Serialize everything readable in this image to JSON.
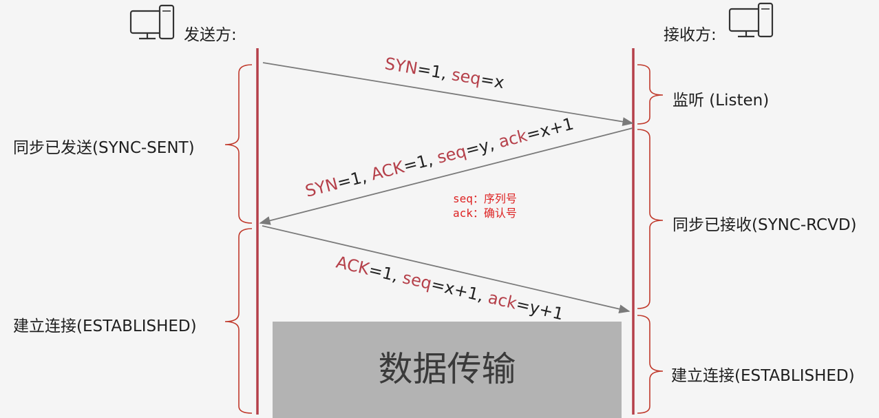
{
  "sender": {
    "label": "发送方:"
  },
  "receiver": {
    "label": "接收方:"
  },
  "messages": [
    {
      "parts": [
        {
          "t": "SYN",
          "c": "red"
        },
        {
          "t": "=1, ",
          "c": "black"
        },
        {
          "t": "seq",
          "c": "red"
        },
        {
          "t": "=x",
          "c": "black"
        }
      ]
    },
    {
      "parts": [
        {
          "t": "SYN",
          "c": "red"
        },
        {
          "t": "=1, ",
          "c": "black"
        },
        {
          "t": "ACK",
          "c": "red"
        },
        {
          "t": "=1, ",
          "c": "black"
        },
        {
          "t": "seq",
          "c": "red"
        },
        {
          "t": "=y, ",
          "c": "black"
        },
        {
          "t": "ack",
          "c": "red"
        },
        {
          "t": "=x+1",
          "c": "black"
        }
      ]
    },
    {
      "parts": [
        {
          "t": "ACK",
          "c": "red"
        },
        {
          "t": "=1, ",
          "c": "black"
        },
        {
          "t": "seq",
          "c": "red"
        },
        {
          "t": "=x+1, ",
          "c": "black"
        },
        {
          "t": "ack",
          "c": "red"
        },
        {
          "t": "=y+1",
          "c": "black"
        }
      ]
    }
  ],
  "sender_states": [
    {
      "label": "同步已发送(SYNC-SENT)"
    },
    {
      "label": "建立连接(ESTABLISHED)"
    }
  ],
  "receiver_states": [
    {
      "label": "监听 (Listen)"
    },
    {
      "label": "同步已接收(SYNC-RCVD)"
    },
    {
      "label": "建立连接(ESTABLISHED)"
    }
  ],
  "notes": {
    "seq": "seq：序列号",
    "ack": "ack：确认号"
  },
  "data_transfer": "数据传输",
  "colors": {
    "timeline": "#b5404a",
    "arrow": "#7a7a7a",
    "keyword": "#b5404a",
    "note": "#dd2222",
    "data_box": "#b3b3b3",
    "background": "#f5f5f5"
  },
  "icons": {
    "sender": "monitor-icon",
    "receiver": "monitor-icon"
  }
}
